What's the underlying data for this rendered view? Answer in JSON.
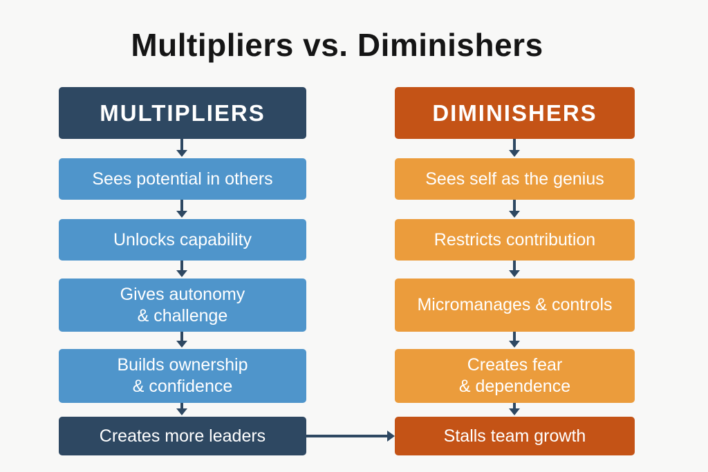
{
  "title": "Multipliers vs. Diminishers",
  "multipliers": {
    "header": "MULTIPLIERS",
    "steps": [
      "Sees potential in others",
      "Unlocks capability",
      "Gives autonomy\n& challenge",
      "Builds ownership\n& confidence",
      "Creates more leaders"
    ]
  },
  "diminishers": {
    "header": "DIMINISHERS",
    "steps": [
      "Sees self as the genius",
      "Restricts contribution",
      "Micromanages & controls",
      "Creates fear\n& dependence",
      "Stalls team growth"
    ]
  },
  "colors": {
    "navy": "#2e4862",
    "blue": "#4f95cb",
    "rust": "#c45316",
    "amber": "#eb9c3c"
  }
}
